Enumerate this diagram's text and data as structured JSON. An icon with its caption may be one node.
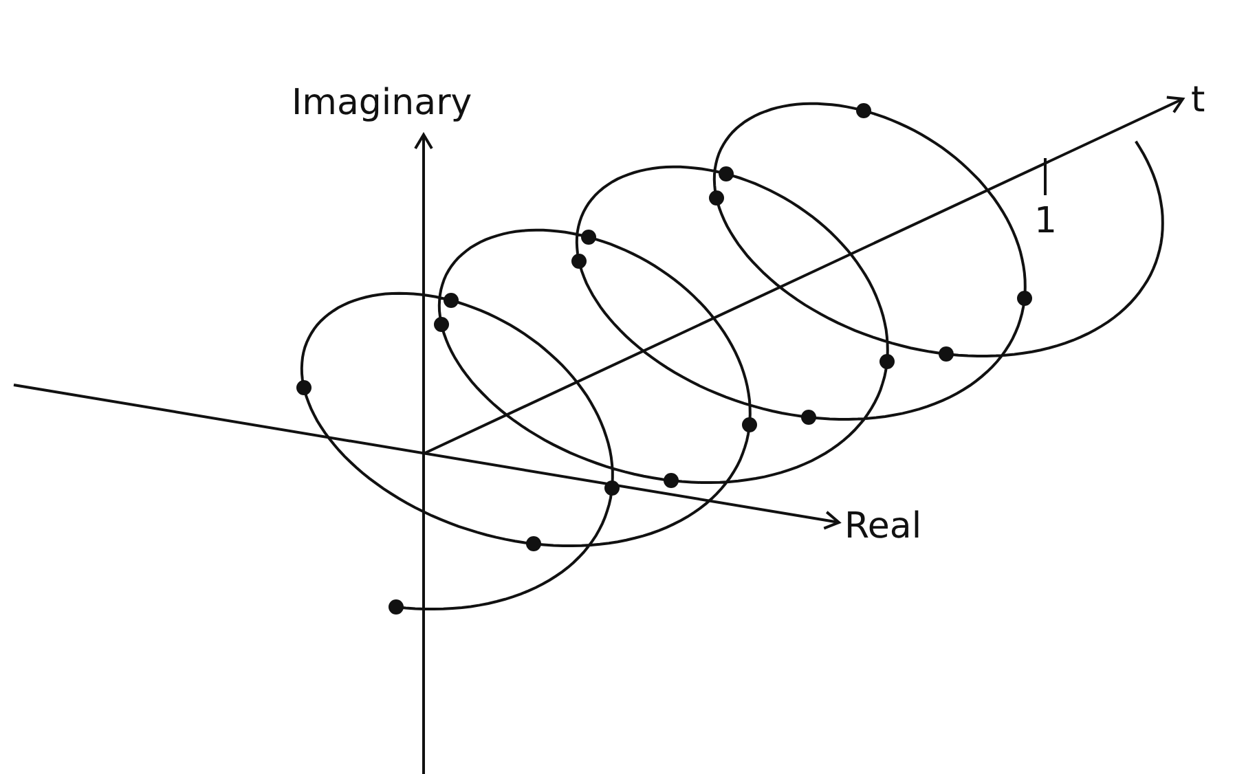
{
  "diagram": {
    "labels": [
      "Imaginary",
      "t",
      "1",
      "Real"
    ]
  }
}
